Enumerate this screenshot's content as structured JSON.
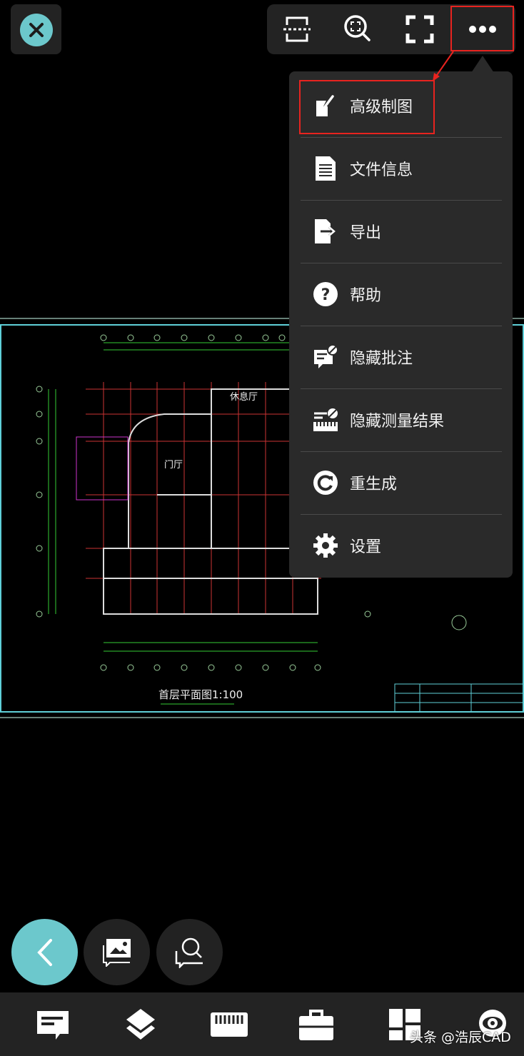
{
  "toolbar": {
    "buttons": [
      {
        "icon": "split-view-icon"
      },
      {
        "icon": "zoom-window-icon"
      },
      {
        "icon": "fullscreen-icon"
      },
      {
        "icon": "more-icon"
      }
    ]
  },
  "menu": {
    "items": [
      {
        "label": "高级制图",
        "icon": "advanced-drawing-icon"
      },
      {
        "label": "文件信息",
        "icon": "file-info-icon"
      },
      {
        "label": "导出",
        "icon": "export-icon"
      },
      {
        "label": "帮助",
        "icon": "help-icon"
      },
      {
        "label": "隐藏批注",
        "icon": "hide-annotation-icon"
      },
      {
        "label": "隐藏测量结果",
        "icon": "hide-measure-icon"
      },
      {
        "label": "重生成",
        "icon": "regenerate-icon"
      },
      {
        "label": "设置",
        "icon": "settings-icon"
      }
    ]
  },
  "drawing": {
    "room_lounge": "休息厅",
    "room_lobby": "门厅",
    "caption": "首层平面图1:100"
  },
  "fabs": [
    {
      "icon": "back-icon"
    },
    {
      "icon": "image-annotation-icon"
    },
    {
      "icon": "search-annotation-icon"
    }
  ],
  "bottom_bar": {
    "items": [
      {
        "icon": "annotation-icon"
      },
      {
        "icon": "layers-icon"
      },
      {
        "icon": "measure-icon"
      },
      {
        "icon": "toolbox-icon"
      },
      {
        "icon": "layout-icon"
      },
      {
        "icon": "view-icon"
      }
    ]
  },
  "watermark": "头条 @浩辰CAD",
  "colors": {
    "accent": "#6cc8cc",
    "highlight": "#e8231f",
    "panel": "#2a2a2a",
    "drawing_frame": "#5fd0d8"
  }
}
